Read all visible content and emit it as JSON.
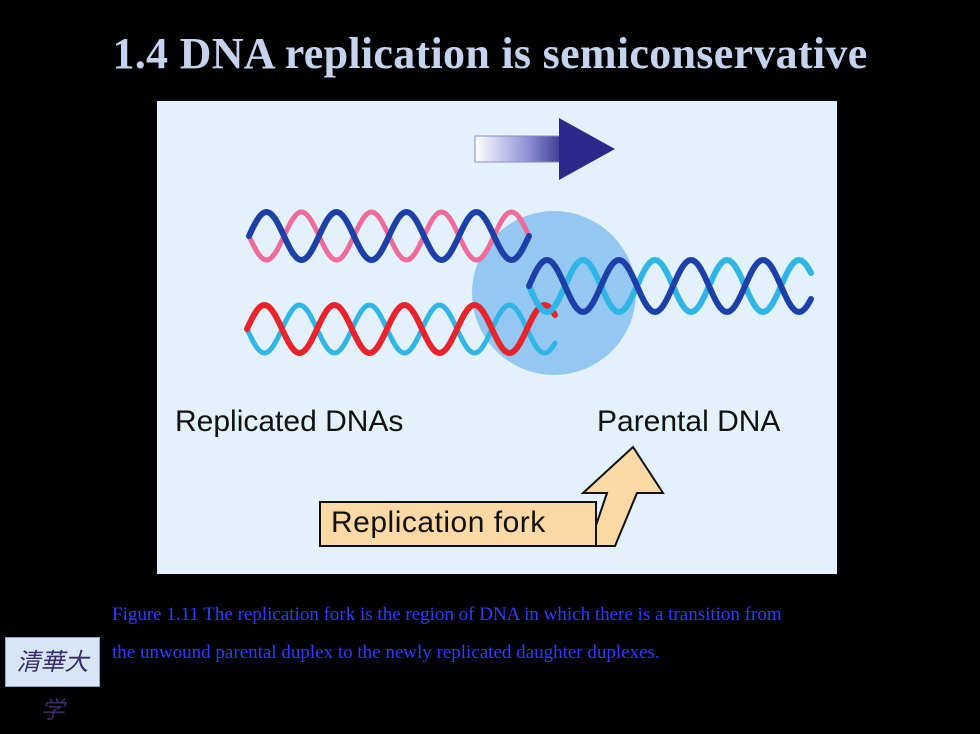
{
  "slide": {
    "title": "1.4 DNA replication is semiconservative",
    "caption_line1": "Figure 1.11 The replication fork is the region of DNA in which there is a transition from",
    "caption_line2": "the unwound parental duplex to the newly replicated daughter duplexes."
  },
  "figure": {
    "label_replicated": "Replicated DNAs",
    "label_parental": "Parental DNA",
    "label_fork": "Replication fork",
    "colors": {
      "background": "#e2f1fc",
      "parental_dark": "#1c3fa8",
      "parental_light": "#2fb6e6",
      "new_pink": "#f06a9a",
      "new_red": "#e8232b",
      "fork_circle": "#7ab8ee",
      "fork_arrow": "#fbd9a4",
      "direction_arrow": "#2a2a8a"
    }
  },
  "logo": {
    "text": "清華大学"
  }
}
